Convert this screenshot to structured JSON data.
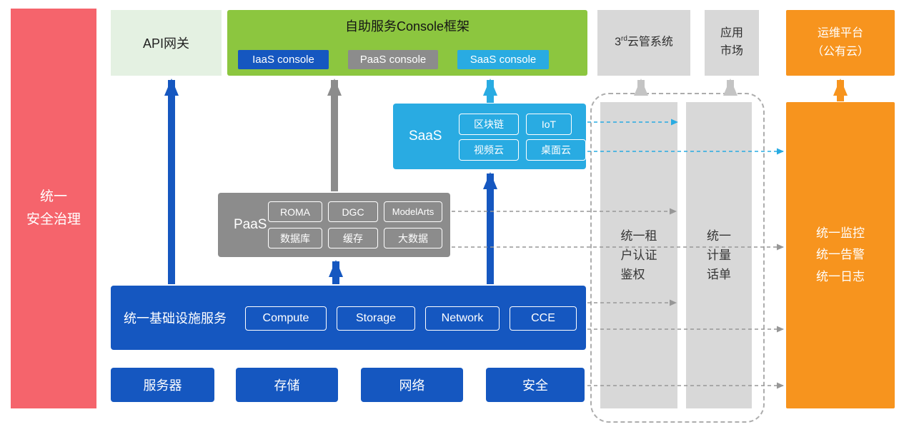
{
  "colors": {
    "red": "#F5646C",
    "light_green": "#E4F1E2",
    "green": "#8CC63F",
    "blue": "#1557C0",
    "cyan": "#29ABE2",
    "gray": "#8C8C8C",
    "light_gray": "#D8D8D8",
    "orange": "#F7941E"
  },
  "left_bar": {
    "label": "统一\n安全治理"
  },
  "top": {
    "api_gateway": "API网关",
    "console_frame": {
      "title": "自助服务Console框架",
      "iaas_console": "IaaS console",
      "paas_console": "PaaS console",
      "saas_console": "SaaS console"
    },
    "third_party": {
      "prefix": "3",
      "sup": "rd",
      "rest": "云管系统"
    },
    "app_market": "应用\n市场",
    "om_platform": "运维平台\n（公有云）"
  },
  "saas": {
    "label": "SaaS",
    "items": [
      "区块链",
      "IoT",
      "视频云",
      "桌面云"
    ]
  },
  "paas": {
    "label": "PaaS",
    "items": [
      "ROMA",
      "DGC",
      "ModelArts",
      "数据库",
      "缓存",
      "大数据"
    ]
  },
  "iaas": {
    "label": "统一基础设施服务",
    "items": [
      "Compute",
      "Storage",
      "Network",
      "CCE"
    ]
  },
  "hardware": [
    "服务器",
    "存储",
    "网络",
    "安全"
  ],
  "right": {
    "auth_bar": "统一租\n户认证\n鉴权",
    "metering_bar": "统一\n计量\n话单",
    "monitoring": "统一监控\n统一告警\n统一日志"
  }
}
